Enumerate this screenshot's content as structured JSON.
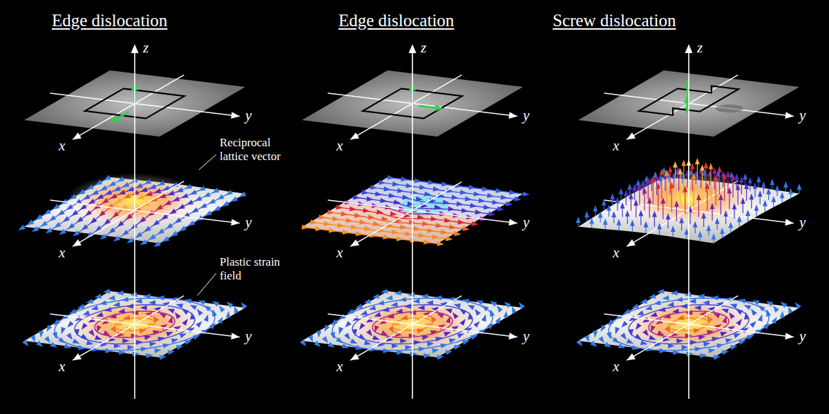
{
  "diagram": {
    "labels": [
      "Edge dislocation",
      "Edge dislocation",
      "Screw dislocation",
      "z",
      "y",
      "x",
      "Reciprocal lattice vector",
      "y",
      "x",
      "Plastic strain field",
      "y",
      "x",
      "z",
      "y",
      "x",
      "y",
      "x",
      "y",
      "x",
      "z",
      "y",
      "x",
      "y",
      "x",
      "y",
      "x"
    ]
  }
}
